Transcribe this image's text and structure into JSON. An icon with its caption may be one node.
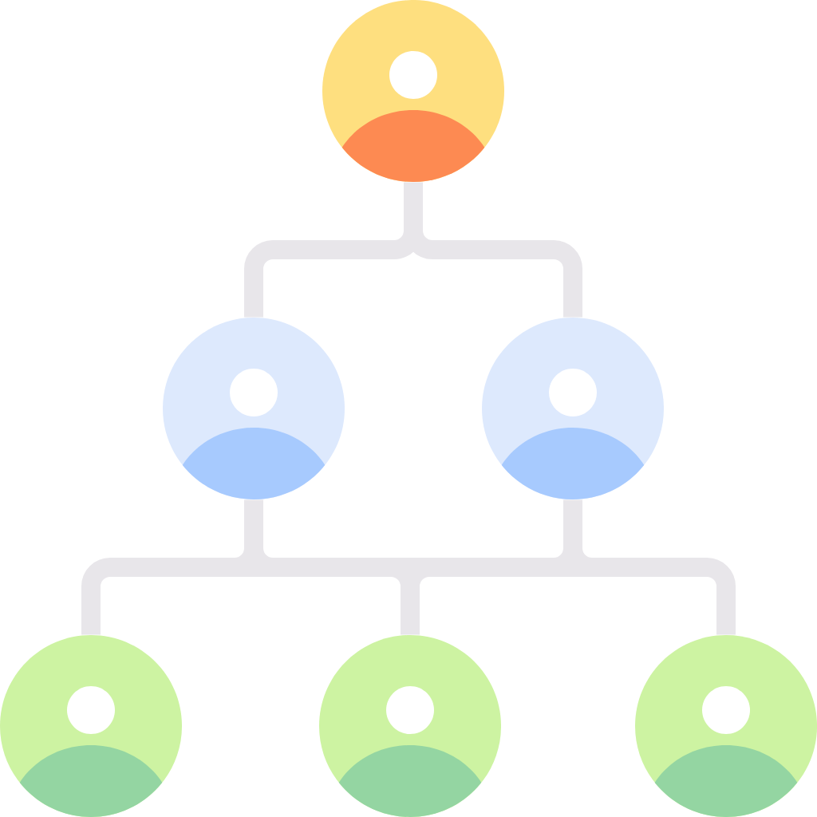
{
  "diagram": {
    "nodes": [
      {
        "text": [],
        "shape": "person"
      },
      {
        "text": [],
        "shape": "person"
      },
      {
        "text": [],
        "shape": "person"
      },
      {
        "text": [],
        "shape": "person"
      },
      {
        "text": [],
        "shape": "person"
      },
      {
        "text": [],
        "shape": "person"
      }
    ],
    "edges": [
      {
        "from": 0,
        "to": 1,
        "arrow": "none"
      },
      {
        "from": 0,
        "to": 2,
        "arrow": "none"
      },
      {
        "from": 1,
        "to": 3,
        "arrow": "none"
      },
      {
        "from": 1,
        "to": 4,
        "arrow": "none"
      },
      {
        "from": 1,
        "to": 5,
        "arrow": "none"
      },
      {
        "from": 2,
        "to": 3,
        "arrow": "none"
      },
      {
        "from": 2,
        "to": 4,
        "arrow": "none"
      },
      {
        "from": 2,
        "to": 5,
        "arrow": "none"
      }
    ]
  }
}
